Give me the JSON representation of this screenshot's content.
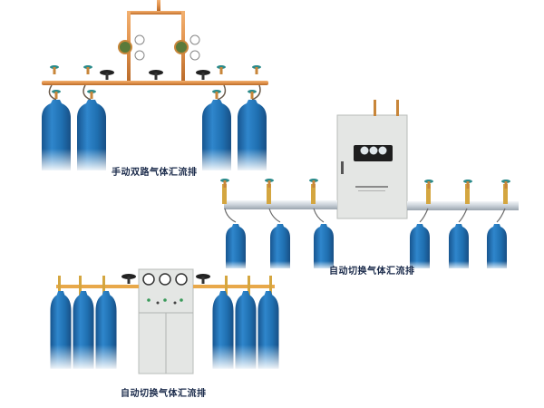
{
  "figures": [
    {
      "id": "manual-dual",
      "caption": "手动双路气体汇流排",
      "cylinders": 4
    },
    {
      "id": "auto-switch-wall",
      "caption": "自动切换气体汇流排",
      "cylinders": 6
    },
    {
      "id": "auto-switch-cabinet",
      "caption": "自动切换气体汇流排",
      "cylinders": 6
    }
  ],
  "colors": {
    "cylinder": "#1f6fb0",
    "cylinder_light": "#4a9ad6",
    "copper_pipe": "#e0954a",
    "brass": "#d4a640",
    "cabinet": "#e4e6e4",
    "valve_handle": "#2a8a8a",
    "black_valve": "#222222",
    "caption": "#1a2a4a"
  }
}
